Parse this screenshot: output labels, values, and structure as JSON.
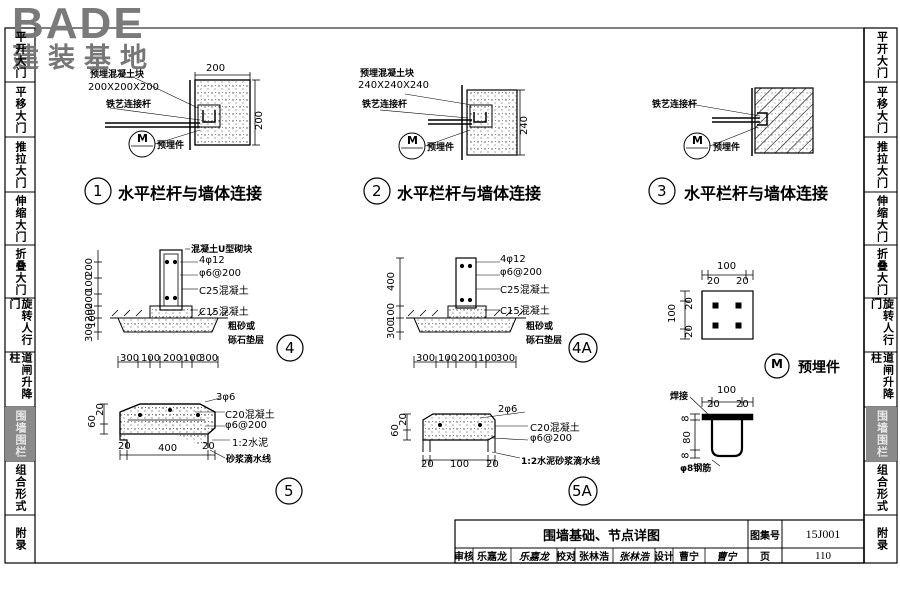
{
  "logo": {
    "brand": "BADE",
    "subtitle": "建装基地"
  },
  "left_tabs": [
    "平开大门",
    "平移大门",
    "推拉大门",
    "伸缩大门",
    "折叠大门",
    "旋转人行门",
    "道闸升降柱",
    "围墙围栏",
    "组合形式",
    "附录"
  ],
  "right_tabs": [
    "平开大门",
    "平移大门",
    "推拉大门",
    "伸缩大门",
    "折叠大门",
    "旋转人行门",
    "道闸升降柱",
    "围墙围栏",
    "组合形式",
    "附录"
  ],
  "active_tab_index": 7,
  "details": {
    "d1": {
      "num": "1",
      "caption": "水平栏杆与墙体连接",
      "label_block": "预埋混凝土块",
      "label_size": "200X200X200",
      "label_rod": "铁艺连接杆",
      "marker": "M",
      "marker_label": "预埋件",
      "dim_top": "200",
      "dim_side": "200"
    },
    "d2": {
      "num": "2",
      "caption": "水平栏杆与墙体连接",
      "label_block": "预埋混凝土块",
      "label_size": "240X240X240",
      "label_rod": "铁艺连接杆",
      "marker": "M",
      "marker_label": "预埋件",
      "dim_side": "240"
    },
    "d3": {
      "num": "3",
      "caption": "水平栏杆与墙体连接",
      "label_rod": "铁艺连接杆",
      "marker": "M",
      "marker_label": "预埋件"
    },
    "d4": {
      "num": "4",
      "labels": [
        "混凝土U型砌块",
        "4φ12",
        "φ6@200",
        "C25混凝土",
        "C15混凝土",
        "粗砂或",
        "砾石垫层"
      ],
      "left_dims": [
        "200",
        "100",
        "200",
        "200",
        "100",
        "300"
      ],
      "bottom_dims": [
        "300",
        "100",
        "200",
        "100",
        "300"
      ]
    },
    "d4a": {
      "num": "4A",
      "labels": [
        "4φ12",
        "φ6@200",
        "C25混凝土",
        "C15混凝土",
        "粗砂或",
        "砾石垫层"
      ],
      "left_dims": [
        "400",
        "100",
        "300"
      ],
      "bottom_dims": [
        "300",
        "100",
        "200",
        "100",
        "300"
      ]
    },
    "d5": {
      "num": "5",
      "labels": [
        "3φ6",
        "C20混凝土",
        "φ6@200",
        "1:2水泥",
        "砂浆滴水线"
      ],
      "dims": [
        "60",
        "20",
        "20",
        "400",
        "20"
      ]
    },
    "d5a": {
      "num": "5A",
      "labels": [
        "2φ6",
        "C20混凝土",
        "φ6@200",
        "1:2水泥砂浆滴水线"
      ],
      "dims": [
        "60",
        "20",
        "20",
        "100",
        "20"
      ]
    },
    "m": {
      "marker": "M",
      "caption": "预埋件",
      "plan_dims": [
        "100",
        "20",
        "20",
        "100",
        "20",
        "20"
      ],
      "section_dims": [
        "100",
        "20",
        "20",
        "8",
        "80",
        "8"
      ],
      "labels": [
        "焊接",
        "φ8钢筋"
      ]
    }
  },
  "title_block": {
    "title": "围墙基础、节点详图",
    "atlas_label": "图集号",
    "atlas_no": "15J001",
    "review_label": "审核",
    "reviewer": "乐嘉龙",
    "review_sign": "乐嘉龙",
    "check_label": "校对",
    "checker": "张林浩",
    "check_sign": "张林浩",
    "design_label": "设计",
    "designer": "曹宁",
    "design_sign": "曹宁",
    "page_label": "页",
    "page_no": "110"
  }
}
